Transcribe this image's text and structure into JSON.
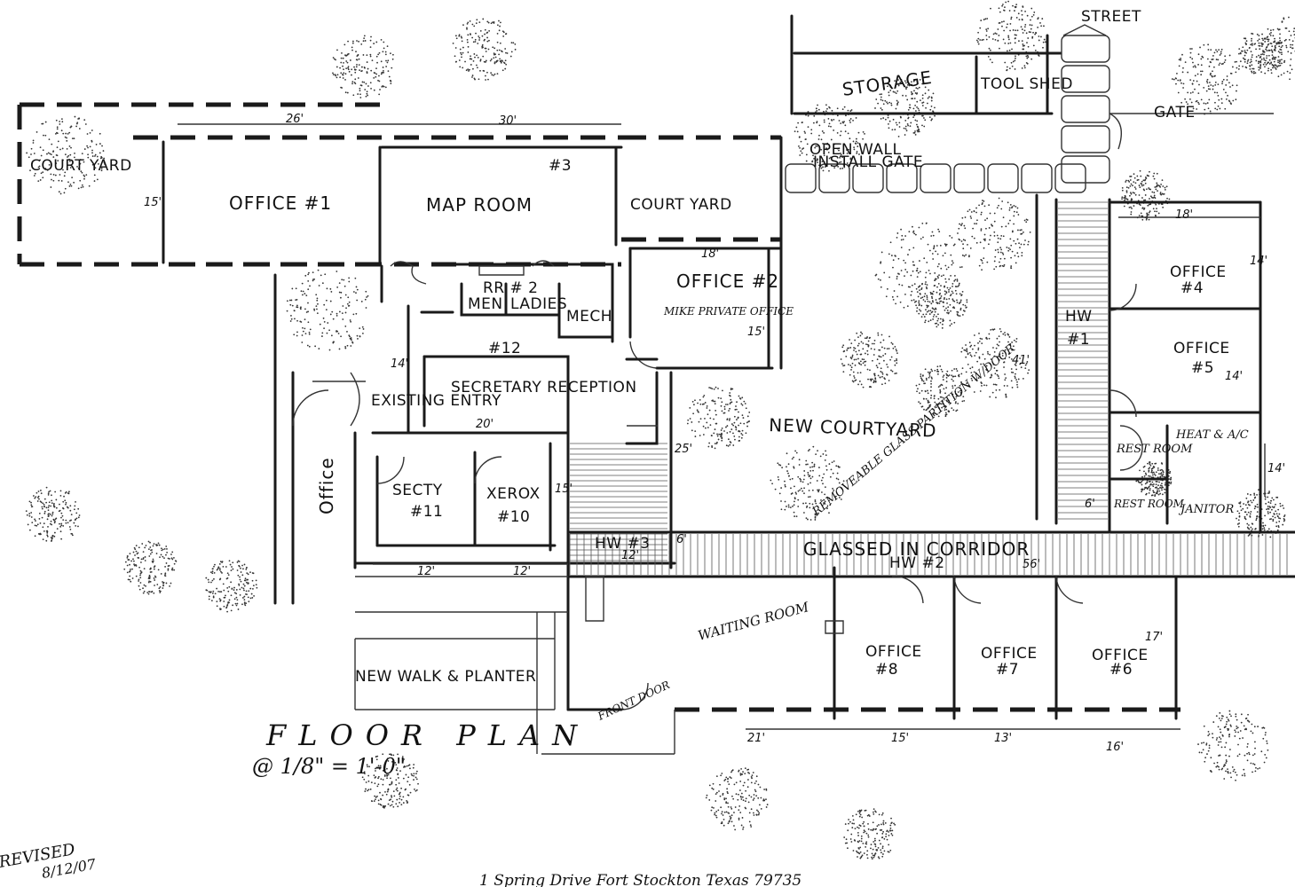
{
  "rooms": {
    "court_yard_west": "COURT YARD",
    "office_1": "OFFICE #1",
    "map_room": "MAP ROOM",
    "court_yard_north": "COURT YARD",
    "office_2": "OFFICE #2",
    "office_2_note": "MIKE PRIVATE OFFICE",
    "rest_rooms_tag": "RR # 2",
    "men": "MEN",
    "ladies": "LADIES",
    "mech": "MECH",
    "secretary_reception": "SECRETARY RECEPTION",
    "secretary_reception_no": "#12",
    "existing_entry": "EXISTING ENTRY",
    "office_west": "Office",
    "secty": "SECTY",
    "secty_no": "#11",
    "xerox": "XEROX",
    "xerox_no": "#10",
    "hw_3": "HW #3",
    "storage": "STORAGE",
    "tool_shed": "TOOL SHED",
    "street": "STREET",
    "gate": "GATE",
    "open_wall": "OPEN WALL",
    "install_gate": "INSTALL GATE",
    "new_courtyard": "NEW COURTYARD",
    "removable_partition": "REMOVEABLE GLASS PARTITION W/DOOR",
    "hw_1": "HW",
    "hw_1_no": "#1",
    "office_4": "OFFICE",
    "office_4_no": "#4",
    "office_5": "OFFICE",
    "office_5_no": "#5",
    "rest_room_a": "REST ROOM",
    "rest_room_b": "REST ROOM",
    "heat_ac": "HEAT & A/C",
    "janitor": "JANITOR",
    "glassed_corridor": "GLASSED IN CORRIDOR",
    "hw_2": "HW #2",
    "waiting_room": "WAITING ROOM",
    "front_door": "FRONT DOOR",
    "office_8": "OFFICE",
    "office_8_no": "#8",
    "office_7": "OFFICE",
    "office_7_no": "#7",
    "office_6": "OFFICE",
    "office_6_no": "#6",
    "new_walk_planter": "NEW WALK & PLANTER",
    "room_3_no": "#3"
  },
  "dimensions": {
    "d26": "26'",
    "d30": "30'",
    "d15_west": "15'",
    "d18_office2": "18'",
    "d15_office2": "15'",
    "d14_reception": "14'",
    "d20": "20'",
    "d25": "25'",
    "d15_xerox": "15'",
    "d12_a": "12'",
    "d12_b": "12'",
    "d12_c": "12'",
    "d6_hw3": "6'",
    "d41": "41'",
    "d18_east": "18'",
    "d14_office4": "14'",
    "d14_office5": "14'",
    "d14_heat": "14'",
    "d6_east": "6'",
    "d56": "56'",
    "d17": "17'",
    "d21": "21'",
    "d15_bottom": "15'",
    "d13": "13'",
    "d16": "16'"
  },
  "title": {
    "plan": "FLOOR PLAN",
    "scale": "@ 1/8\" = 1'-0\"",
    "address": "1 Spring Drive  Fort  Stockton  Texas  79735",
    "revised": "REVISED",
    "revised_date": "8/12/07"
  }
}
